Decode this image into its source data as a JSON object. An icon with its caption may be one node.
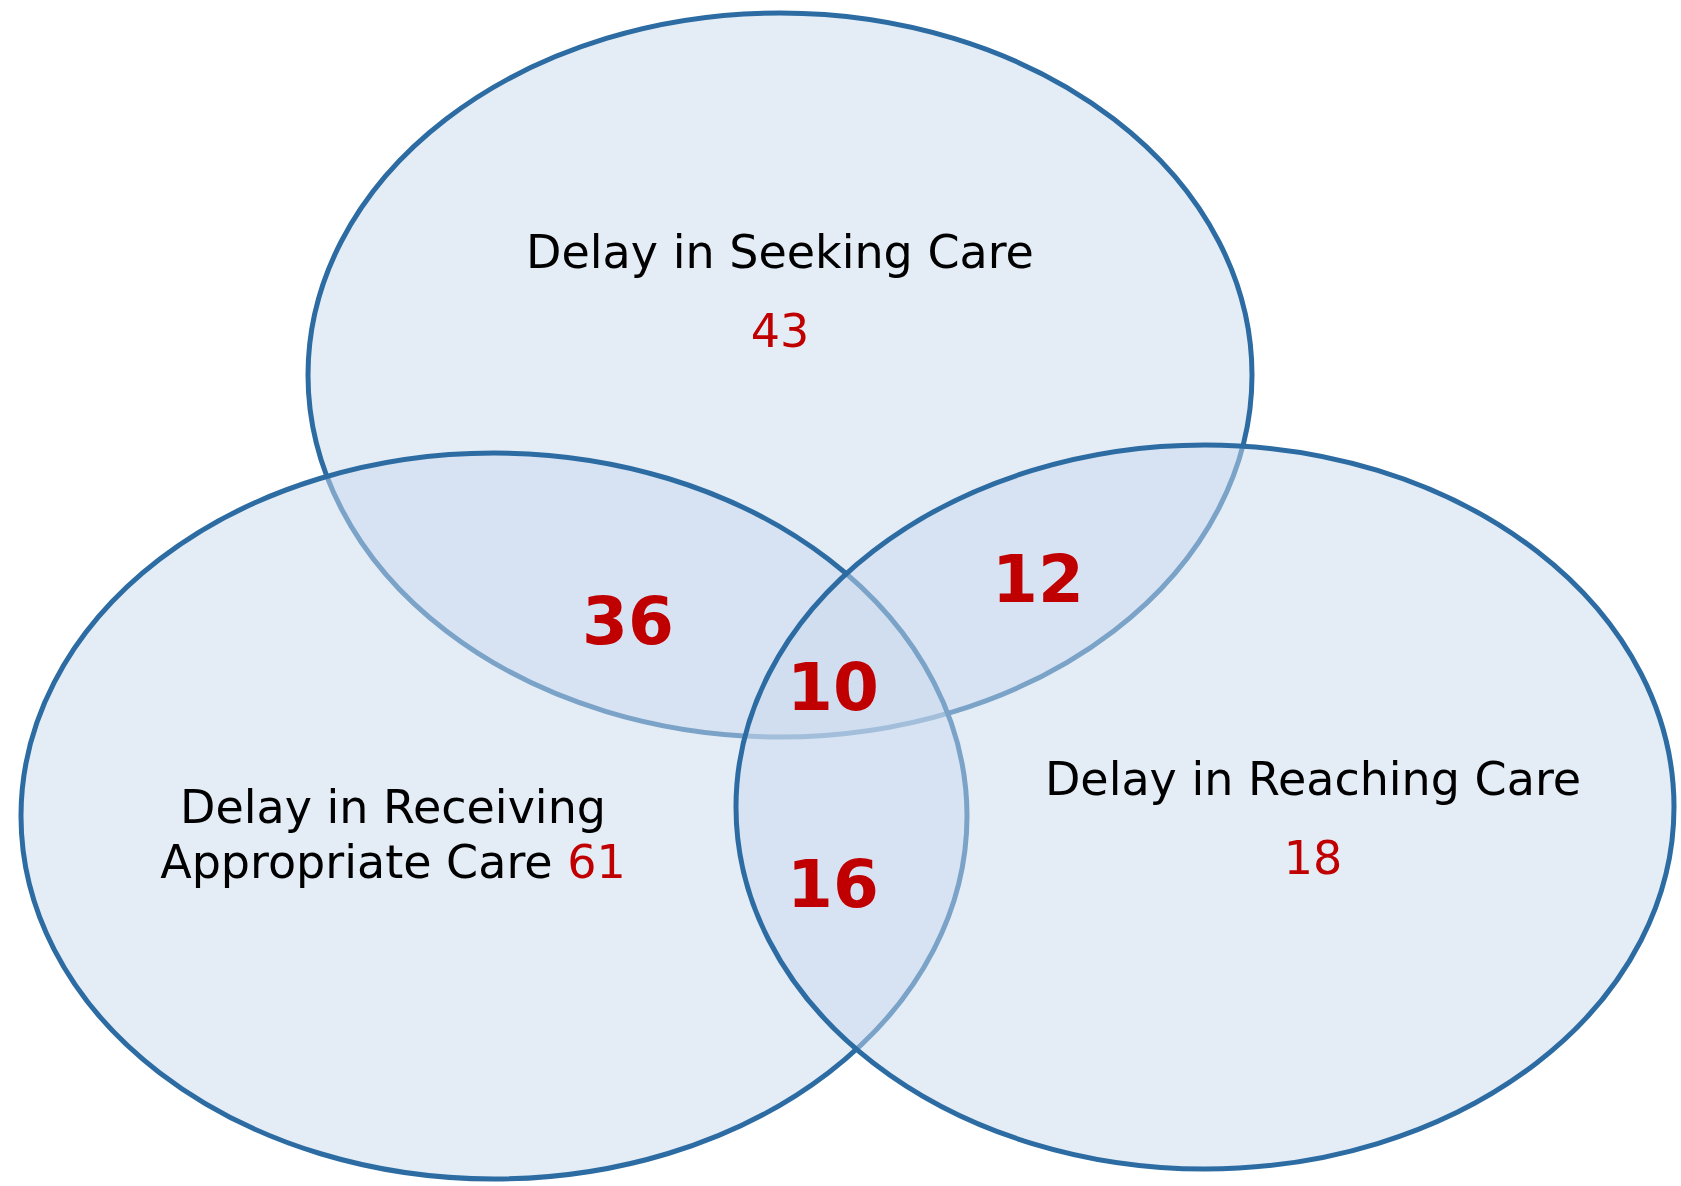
{
  "diagram": {
    "nodes": [
      {
        "text": [
          "Delay in Seeking Care",
          "43"
        ]
      },
      {
        "text": [
          "Delay in Receiving Appropriate Care",
          "61"
        ]
      },
      {
        "text": [
          "Delay in Reaching Care",
          "18"
        ]
      }
    ],
    "labels": [
      "36",
      "12",
      "10",
      "16"
    ]
  }
}
